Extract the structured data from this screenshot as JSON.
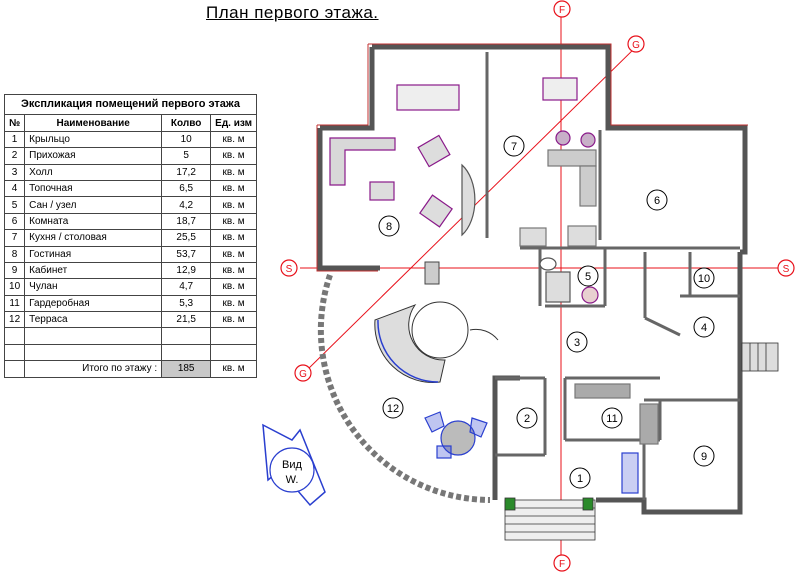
{
  "title": "План первого этажа.",
  "legend": {
    "caption": "Экспликация помещений первого этажа",
    "headers": [
      "№",
      "Наименование",
      "Колво",
      "Ед. изм"
    ],
    "rows": [
      [
        "1",
        "Крыльцо",
        "10",
        "кв. м"
      ],
      [
        "2",
        "Прихожая",
        "5",
        "кв. м"
      ],
      [
        "3",
        "Холл",
        "17,2",
        "кв. м"
      ],
      [
        "4",
        "Топочная",
        "6,5",
        "кв. м"
      ],
      [
        "5",
        "Сан / узел",
        "4,2",
        "кв. м"
      ],
      [
        "6",
        "Комната",
        "18,7",
        "кв. м"
      ],
      [
        "7",
        "Кухня / столовая",
        "25,5",
        "кв. м"
      ],
      [
        "8",
        "Гостиная",
        "53,7",
        "кв. м"
      ],
      [
        "9",
        "Кабинет",
        "12,9",
        "кв. м"
      ],
      [
        "10",
        "Чулан",
        "4,7",
        "кв. м"
      ],
      [
        "11",
        "Гардеробная",
        "5,3",
        "кв. м"
      ],
      [
        "12",
        "Терраса",
        "21,5",
        "кв. м"
      ]
    ],
    "total_label": "Итого по этажу :",
    "total_value": "185",
    "total_unit": "кв. м"
  },
  "plan": {
    "room_numbers": [
      "1",
      "2",
      "3",
      "4",
      "5",
      "6",
      "7",
      "8",
      "9",
      "10",
      "11",
      "12"
    ],
    "axis_markers": [
      "F",
      "G",
      "S",
      "S",
      "G",
      "F"
    ],
    "view_label_line1": "Вид",
    "view_label_line2": "W.",
    "wall_color": "#555555",
    "axis_color": "#e8101a",
    "furniture_color": "#8a1a8a"
  }
}
